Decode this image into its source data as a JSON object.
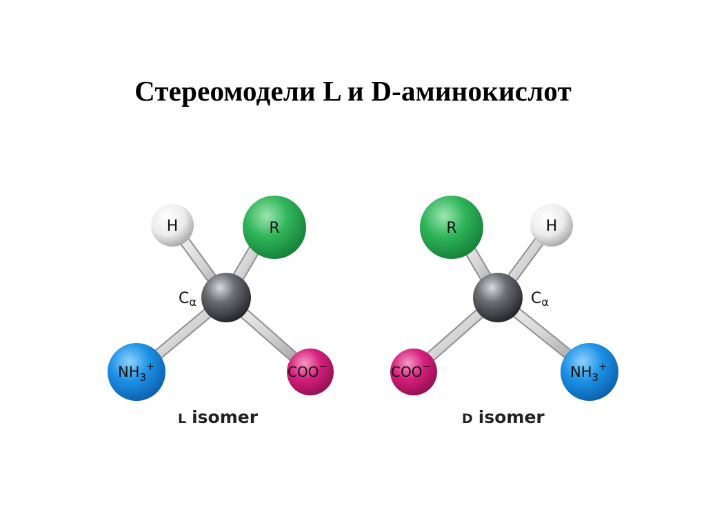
{
  "slide": {
    "title": "Стереомодели L и D-аминокислот"
  },
  "colors": {
    "hydrogen": "#f2f2f2",
    "r_group": "#22a34a",
    "alpha_carbon": "#3c3f44",
    "amino": "#1a8fe0",
    "carboxyl": "#d11f78",
    "bond": "#c9c9c9"
  },
  "l_isomer": {
    "h": "H",
    "r": "R",
    "c_alpha": {
      "base": "C",
      "sub": "α"
    },
    "nh3": {
      "base": "NH",
      "sub": "3",
      "sup": "+"
    },
    "coo": {
      "base": "COO",
      "sup": "−"
    },
    "caption_prefix": "L",
    "caption_word": "isomer"
  },
  "d_isomer": {
    "h": "H",
    "r": "R",
    "c_alpha": {
      "base": "C",
      "sub": "α"
    },
    "nh3": {
      "base": "NH",
      "sub": "3",
      "sup": "+"
    },
    "coo": {
      "base": "COO",
      "sup": "−"
    },
    "caption_prefix": "D",
    "caption_word": "isomer"
  }
}
